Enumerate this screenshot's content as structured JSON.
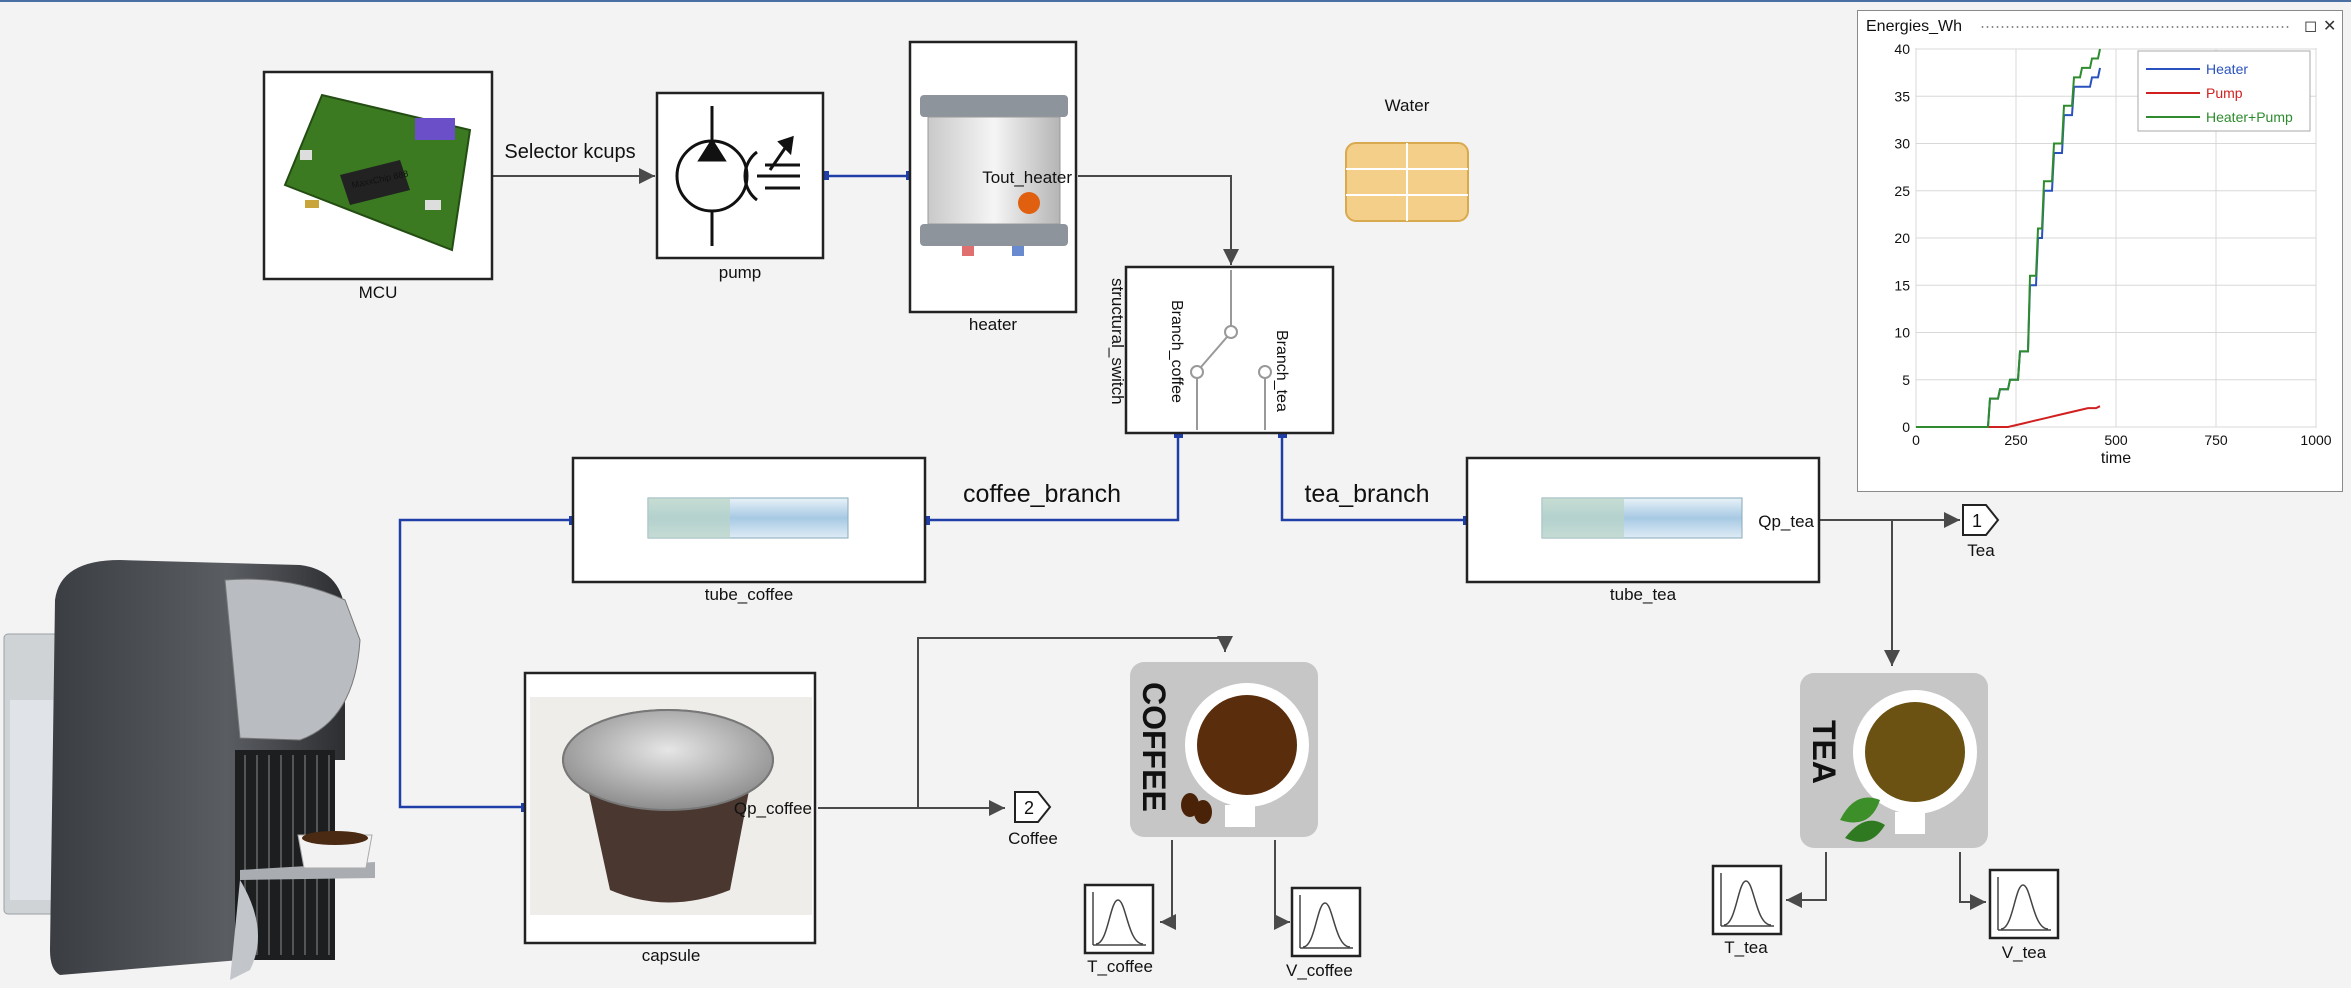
{
  "blocks": {
    "mcu": "MCU",
    "pump": "pump",
    "heater": "heater",
    "switch": "structural_switch",
    "tube_coffee": "tube_coffee",
    "tube_tea": "tube_tea",
    "capsule": "capsule",
    "t_coffee": "T_coffee",
    "v_coffee": "V_coffee",
    "t_tea": "T_tea",
    "v_tea": "V_tea",
    "water": "Water",
    "chip_text": "MaxxChip 888"
  },
  "ports": {
    "tout_heater": "Tout_heater",
    "branch_coffee": "Branch_coffee",
    "branch_tea": "Branch_tea",
    "qp_coffee": "Qp_coffee",
    "qp_tea": "Qp_tea"
  },
  "signals": {
    "selector": "Selector kcups",
    "coffee_branch": "coffee_branch",
    "tea_branch": "tea_branch"
  },
  "outports": [
    {
      "num": "1",
      "label": "Tea"
    },
    {
      "num": "2",
      "label": "Coffee"
    }
  ],
  "icons": {
    "coffee_text": "COFFEE",
    "tea_text": "TEA"
  },
  "colors": {
    "flow_line": "#1f3ea8",
    "signal_line": "#4a4a4a",
    "heater_series": "#2a52be",
    "pump_series": "#d02020",
    "total_series": "#2e8b2e"
  },
  "plot": {
    "window_title": "Energies_Wh",
    "chart_data": {
      "type": "line",
      "title": "",
      "xlabel": "time",
      "ylabel": "",
      "xlim": [
        0,
        1000
      ],
      "ylim": [
        0,
        40
      ],
      "xticks": [
        "0",
        "250",
        "500",
        "750",
        "1000"
      ],
      "yticks": [
        "0",
        "5",
        "10",
        "15",
        "20",
        "25",
        "30",
        "35",
        "40"
      ],
      "grid": true,
      "legend_position": "top-right",
      "series": [
        {
          "name": "Heater",
          "color": "#2a52be",
          "x": [
            0,
            180,
            185,
            205,
            210,
            230,
            235,
            255,
            260,
            280,
            285,
            300,
            305,
            315,
            320,
            340,
            345,
            365,
            370,
            390,
            395,
            410,
            415,
            435,
            440,
            455,
            460
          ],
          "y": [
            0,
            0,
            3,
            3,
            4,
            4,
            5,
            5,
            8,
            8,
            15,
            15,
            20,
            20,
            25,
            25,
            29,
            29,
            33,
            33,
            36,
            36,
            36,
            36,
            37,
            37,
            38
          ]
        },
        {
          "name": "Pump",
          "color": "#d02020",
          "x": [
            0,
            230,
            250,
            270,
            290,
            310,
            330,
            350,
            370,
            390,
            410,
            430,
            450,
            460
          ],
          "y": [
            0,
            0,
            0.2,
            0.4,
            0.6,
            0.8,
            1.0,
            1.2,
            1.4,
            1.6,
            1.8,
            2.0,
            2.0,
            2.2
          ]
        },
        {
          "name": "Heater+Pump",
          "color": "#2e8b2e",
          "x": [
            0,
            180,
            185,
            205,
            210,
            230,
            235,
            255,
            260,
            280,
            285,
            300,
            305,
            315,
            320,
            340,
            345,
            365,
            370,
            390,
            395,
            410,
            415,
            435,
            440,
            455,
            460
          ],
          "y": [
            0,
            0,
            3,
            3,
            4,
            4,
            5,
            5,
            8,
            8,
            16,
            16,
            21,
            21,
            26,
            26,
            30,
            30,
            34,
            34,
            37,
            37,
            38,
            38,
            39,
            39,
            40
          ]
        }
      ]
    }
  }
}
